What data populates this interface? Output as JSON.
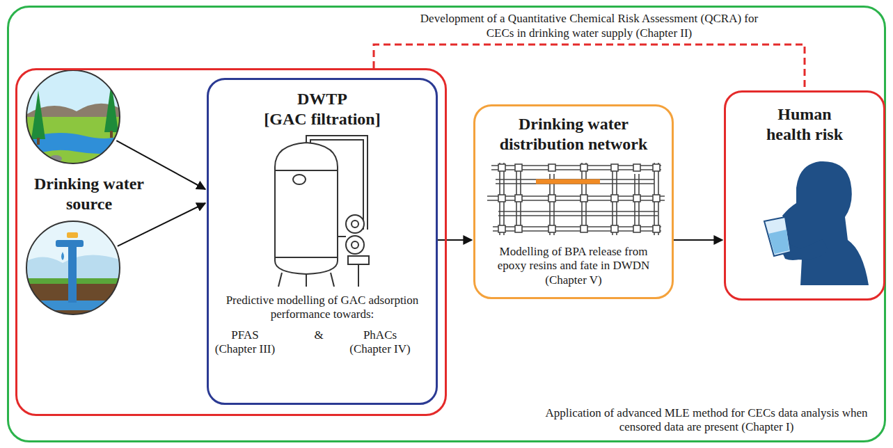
{
  "diagram": {
    "nodes": [
      {
        "text": [
          "Application of advanced MLE method for CECs data analysis when censored data are present (Chapter I)"
        ]
      },
      {
        "text": [],
        "in": 0
      },
      {
        "text": [
          "Drinking water source"
        ],
        "in": 1
      },
      {
        "text": [
          "DWTP",
          "[GAC filtration]",
          "Predictive modelling of GAC adsorption performance towards:",
          "PFAS (Chapter III)",
          "&",
          "PhACs (Chapter IV)"
        ],
        "in": 1
      },
      {
        "text": [
          "Drinking water distribution network",
          "Modelling of BPA release from epoxy resins and fate in DWDN (Chapter V)"
        ],
        "in": 0
      },
      {
        "text": [
          "Human health risk"
        ],
        "in": 0
      }
    ],
    "edges": [
      {
        "from": 2,
        "to": 3,
        "arrow": "to"
      },
      {
        "from": 2,
        "to": 3,
        "arrow": "to"
      },
      {
        "from": 3,
        "to": 4,
        "arrow": "to"
      },
      {
        "from": 4,
        "to": 5,
        "arrow": "to"
      },
      {
        "from": 1,
        "to": 5,
        "arrow": "none",
        "label": "Development of a Quantitative Chemical Risk Assessment (QCRA) for CECs in drinking water supply (Chapter II)"
      }
    ]
  }
}
